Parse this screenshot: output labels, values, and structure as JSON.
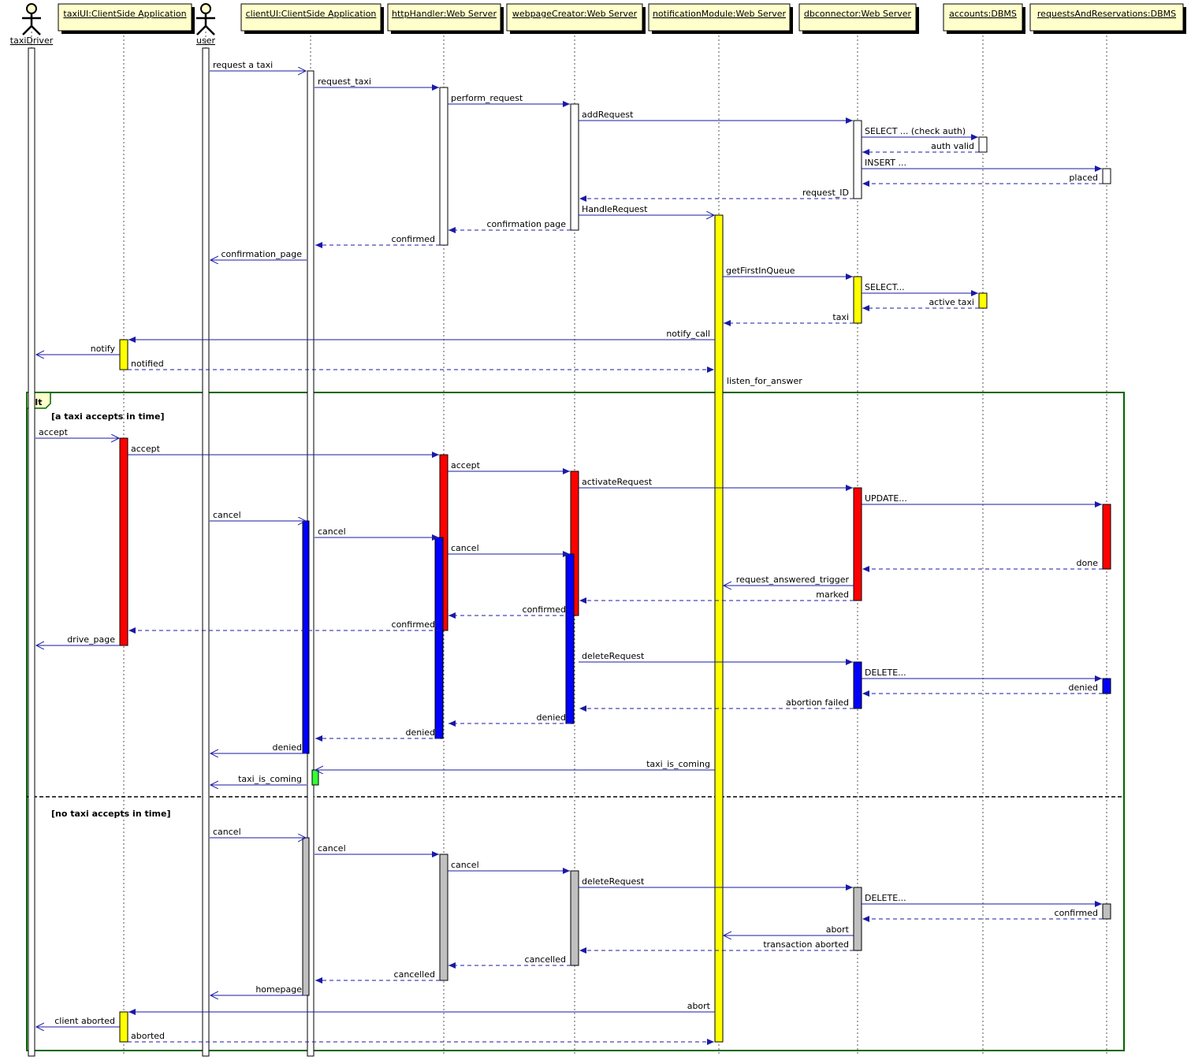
{
  "participants": [
    {
      "id": "taxiDriver",
      "label": "taxiDriver",
      "kind": "actor"
    },
    {
      "id": "taxiUI",
      "label": "taxiUI:ClientSide Application",
      "kind": "box"
    },
    {
      "id": "user",
      "label": "user",
      "kind": "actor"
    },
    {
      "id": "clientUI",
      "label": "clientUI:ClientSide Application",
      "kind": "box"
    },
    {
      "id": "httpHandler",
      "label": "httpHandler:Web Server",
      "kind": "box"
    },
    {
      "id": "webpageCreator",
      "label": "webpageCreator:Web Server",
      "kind": "box"
    },
    {
      "id": "notificationModule",
      "label": "notificationModule:Web Server",
      "kind": "box"
    },
    {
      "id": "dbconnector",
      "label": "dbconnector:Web Server",
      "kind": "box"
    },
    {
      "id": "accounts",
      "label": "accounts:DBMS",
      "kind": "box"
    },
    {
      "id": "requestsAndReservations",
      "label": "requestsAndReservations:DBMS",
      "kind": "box"
    }
  ],
  "messages": [
    {
      "from": "user",
      "to": "clientUI",
      "label": "request a taxi",
      "style": "open"
    },
    {
      "from": "clientUI",
      "to": "httpHandler",
      "label": "request_taxi",
      "style": "sync"
    },
    {
      "from": "httpHandler",
      "to": "webpageCreator",
      "label": "perform_request",
      "style": "sync"
    },
    {
      "from": "webpageCreator",
      "to": "dbconnector",
      "label": "addRequest",
      "style": "sync"
    },
    {
      "from": "dbconnector",
      "to": "accounts",
      "label": "SELECT ... (check auth)",
      "style": "sync"
    },
    {
      "from": "accounts",
      "to": "dbconnector",
      "label": "auth valid",
      "style": "return"
    },
    {
      "from": "dbconnector",
      "to": "requestsAndReservations",
      "label": "INSERT ...",
      "style": "sync"
    },
    {
      "from": "requestsAndReservations",
      "to": "dbconnector",
      "label": "placed",
      "style": "return"
    },
    {
      "from": "dbconnector",
      "to": "webpageCreator",
      "label": "request_ID",
      "style": "return"
    },
    {
      "from": "webpageCreator",
      "to": "notificationModule",
      "label": "HandleRequest",
      "style": "open"
    },
    {
      "from": "webpageCreator",
      "to": "httpHandler",
      "label": "confirmation page",
      "style": "return"
    },
    {
      "from": "httpHandler",
      "to": "clientUI",
      "label": "confirmed",
      "style": "return"
    },
    {
      "from": "clientUI",
      "to": "user",
      "label": "confirmation_page",
      "style": "open"
    },
    {
      "from": "notificationModule",
      "to": "dbconnector",
      "label": "getFirstInQueue",
      "style": "sync"
    },
    {
      "from": "dbconnector",
      "to": "accounts",
      "label": "SELECT...",
      "style": "sync"
    },
    {
      "from": "accounts",
      "to": "dbconnector",
      "label": "active taxi",
      "style": "return"
    },
    {
      "from": "dbconnector",
      "to": "notificationModule",
      "label": "taxi",
      "style": "return"
    },
    {
      "from": "notificationModule",
      "to": "taxiUI",
      "label": "notify_call",
      "style": "sync"
    },
    {
      "from": "taxiUI",
      "to": "taxiDriver",
      "label": "notify",
      "style": "open"
    },
    {
      "from": "taxiUI",
      "to": "notificationModule",
      "label": "notified",
      "style": "return"
    },
    {
      "from": "notificationModule",
      "to": "notificationModule",
      "label": "listen_for_answer",
      "style": "self"
    },
    {
      "from": "taxiDriver",
      "to": "taxiUI",
      "label": "accept",
      "style": "open"
    },
    {
      "from": "taxiUI",
      "to": "httpHandler",
      "label": "accept",
      "style": "sync"
    },
    {
      "from": "httpHandler",
      "to": "webpageCreator",
      "label": "accept",
      "style": "sync"
    },
    {
      "from": "webpageCreator",
      "to": "dbconnector",
      "label": "activateRequest",
      "style": "sync"
    },
    {
      "from": "dbconnector",
      "to": "requestsAndReservations",
      "label": "UPDATE...",
      "style": "sync"
    },
    {
      "from": "user",
      "to": "clientUI",
      "label": "cancel",
      "style": "open"
    },
    {
      "from": "clientUI",
      "to": "httpHandler",
      "label": "cancel",
      "style": "sync"
    },
    {
      "from": "httpHandler",
      "to": "webpageCreator",
      "label": "cancel",
      "style": "sync"
    },
    {
      "from": "requestsAndReservations",
      "to": "dbconnector",
      "label": "done",
      "style": "return"
    },
    {
      "from": "dbconnector",
      "to": "notificationModule",
      "label": "request_answered_trigger",
      "style": "open"
    },
    {
      "from": "dbconnector",
      "to": "webpageCreator",
      "label": "marked",
      "style": "return"
    },
    {
      "from": "webpageCreator",
      "to": "httpHandler",
      "label": "confirmed",
      "style": "return"
    },
    {
      "from": "httpHandler",
      "to": "taxiUI",
      "label": "confirmed",
      "style": "return"
    },
    {
      "from": "taxiUI",
      "to": "taxiDriver",
      "label": "drive_page",
      "style": "open"
    },
    {
      "from": "webpageCreator",
      "to": "dbconnector",
      "label": "deleteRequest",
      "style": "sync"
    },
    {
      "from": "dbconnector",
      "to": "requestsAndReservations",
      "label": "DELETE...",
      "style": "sync"
    },
    {
      "from": "requestsAndReservations",
      "to": "dbconnector",
      "label": "denied",
      "style": "return"
    },
    {
      "from": "dbconnector",
      "to": "webpageCreator",
      "label": "abortion failed",
      "style": "return"
    },
    {
      "from": "webpageCreator",
      "to": "httpHandler",
      "label": "denied",
      "style": "return"
    },
    {
      "from": "httpHandler",
      "to": "clientUI",
      "label": "denied",
      "style": "return"
    },
    {
      "from": "clientUI",
      "to": "user",
      "label": "denied",
      "style": "open"
    },
    {
      "from": "notificationModule",
      "to": "clientUI",
      "label": "taxi_is_coming",
      "style": "open"
    },
    {
      "from": "clientUI",
      "to": "user",
      "label": "taxi_is_coming",
      "style": "open"
    },
    {
      "from": "user",
      "to": "clientUI",
      "label": "cancel",
      "style": "open"
    },
    {
      "from": "clientUI",
      "to": "httpHandler",
      "label": "cancel",
      "style": "sync"
    },
    {
      "from": "httpHandler",
      "to": "webpageCreator",
      "label": "cancel",
      "style": "sync"
    },
    {
      "from": "webpageCreator",
      "to": "dbconnector",
      "label": "deleteRequest",
      "style": "sync"
    },
    {
      "from": "dbconnector",
      "to": "requestsAndReservations",
      "label": "DELETE...",
      "style": "sync"
    },
    {
      "from": "requestsAndReservations",
      "to": "dbconnector",
      "label": "confirmed",
      "style": "return"
    },
    {
      "from": "dbconnector",
      "to": "notificationModule",
      "label": "abort",
      "style": "open"
    },
    {
      "from": "dbconnector",
      "to": "webpageCreator",
      "label": "transaction aborted",
      "style": "return"
    },
    {
      "from": "webpageCreator",
      "to": "httpHandler",
      "label": "cancelled",
      "style": "return"
    },
    {
      "from": "httpHandler",
      "to": "clientUI",
      "label": "cancelled",
      "style": "return"
    },
    {
      "from": "clientUI",
      "to": "user",
      "label": "homepage",
      "style": "open"
    },
    {
      "from": "notificationModule",
      "to": "taxiUI",
      "label": "abort",
      "style": "sync"
    },
    {
      "from": "taxiUI",
      "to": "taxiDriver",
      "label": "client aborted",
      "style": "open"
    },
    {
      "from": "taxiUI",
      "to": "notificationModule",
      "label": "aborted",
      "style": "return"
    }
  ],
  "activations": [
    {
      "participant": "taxiDriver",
      "color": "#ffffff"
    },
    {
      "participant": "user",
      "color": "#ffffff"
    },
    {
      "participant": "clientUI",
      "color": "#ffffff"
    },
    {
      "participant": "httpHandler",
      "color": "#ffffff"
    },
    {
      "participant": "webpageCreator",
      "color": "#ffffff"
    },
    {
      "participant": "dbconnector",
      "color": "#ffffff"
    },
    {
      "participant": "accounts",
      "color": "#ffffff"
    },
    {
      "participant": "requestsAndReservations",
      "color": "#ffffff"
    },
    {
      "participant": "notificationModule",
      "color": "#ffff00"
    },
    {
      "participant": "dbconnector",
      "color": "#ffff00"
    },
    {
      "participant": "accounts",
      "color": "#ffff00"
    },
    {
      "participant": "taxiUI",
      "color": "#ffff00"
    },
    {
      "participant": "taxiUI",
      "color": "#ff0000"
    },
    {
      "participant": "httpHandler",
      "color": "#ff0000"
    },
    {
      "participant": "webpageCreator",
      "color": "#ff0000"
    },
    {
      "participant": "dbconnector",
      "color": "#ff0000"
    },
    {
      "participant": "requestsAndReservations",
      "color": "#ff0000"
    },
    {
      "participant": "clientUI",
      "color": "#0000ff"
    },
    {
      "participant": "httpHandler",
      "color": "#0000ff"
    },
    {
      "participant": "webpageCreator",
      "color": "#0000ff"
    },
    {
      "participant": "dbconnector",
      "color": "#0000ff"
    },
    {
      "participant": "requestsAndReservations",
      "color": "#0000ff"
    },
    {
      "participant": "clientUI",
      "color": "#33ff33"
    },
    {
      "participant": "clientUI",
      "color": "#c0c0c0"
    },
    {
      "participant": "httpHandler",
      "color": "#c0c0c0"
    },
    {
      "participant": "webpageCreator",
      "color": "#c0c0c0"
    },
    {
      "participant": "dbconnector",
      "color": "#c0c0c0"
    },
    {
      "participant": "requestsAndReservations",
      "color": "#c0c0c0"
    },
    {
      "participant": "taxiUI",
      "color": "#ffff00"
    }
  ],
  "fragment": {
    "keyword": "alt",
    "guard_1": "[a taxi accepts in time]",
    "guard_2": "[no taxi accepts in time]"
  },
  "colors": {
    "header_fill": "#ffffcc",
    "message_line": "#1a1aa6",
    "fragment_border": "#006600",
    "lifeline": "#555555"
  }
}
